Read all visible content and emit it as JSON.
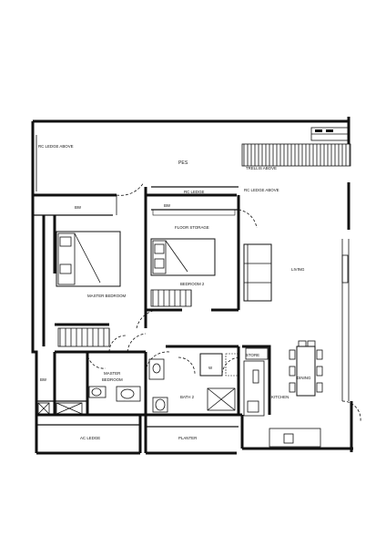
{
  "labels": {
    "rc_ledge_above_left": "RC LEDGE ABOVE",
    "pes": "PES",
    "trellis_above": "TRELLIS ABOVE",
    "rc_ledge": "RC LEDGE",
    "rc_ledge_above_right": "RC LEDGE ABOVE",
    "bw_top": "BW",
    "bw_mid": "BW",
    "floor_storage": "FLOOR STORAGE",
    "master_bedroom": "MASTER BEDROOM",
    "bedroom_2": "BEDROOM 2",
    "living": "LIVING",
    "dining": "DINING",
    "kitchen": "KITCHEN",
    "store": "STORE",
    "w": "W",
    "bw_bottom": "BW",
    "master_bath_line1": "MASTER",
    "master_bath_line2": "BEDROOM",
    "bath_2": "BATH 2",
    "ac_ledge": "AC LEDGE",
    "planter": "PLANTER"
  },
  "colors": {
    "wall": "#111111",
    "background": "#ffffff"
  }
}
